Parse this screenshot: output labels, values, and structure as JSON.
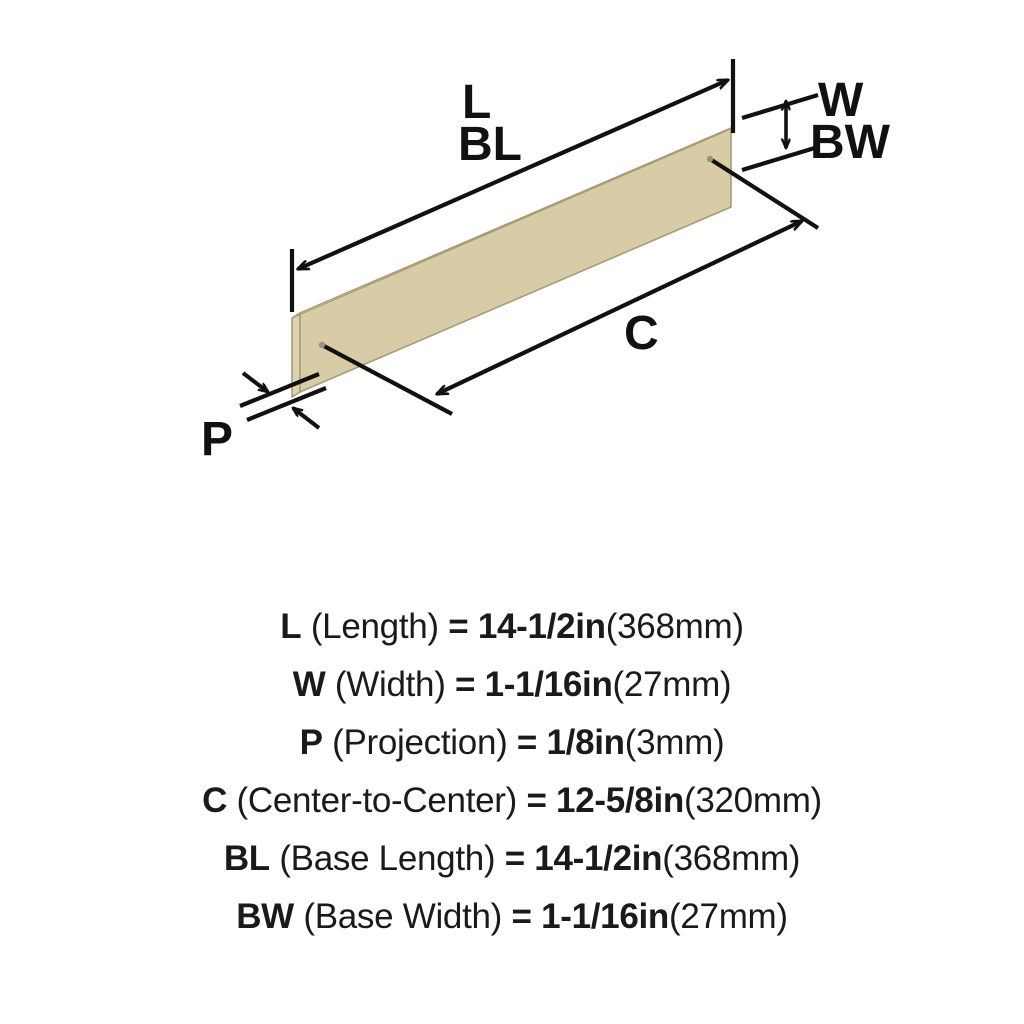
{
  "diagram": {
    "product_shape": "flat-bar-cabinet-pull",
    "bar_color": "#D8CCA6",
    "bar_edge_color": "#C9BC93",
    "bar_end_face_color": "#DDD2B0",
    "line_color": "#111111",
    "labels": {
      "length": "L",
      "base_length": "BL",
      "width": "W",
      "base_width": "BW",
      "projection": "P",
      "center_to_center": "C"
    }
  },
  "specs": [
    {
      "key": "L",
      "name": "(Length)",
      "eq": "=",
      "imperial": "14-1/2in",
      "metric": "(368mm)"
    },
    {
      "key": "W",
      "name": "(Width)",
      "eq": "=",
      "imperial": "1-1/16in",
      "metric": "(27mm)"
    },
    {
      "key": "P",
      "name": "(Projection)",
      "eq": "=",
      "imperial": "1/8in",
      "metric": "(3mm)"
    },
    {
      "key": "C",
      "name": "(Center-to-Center)",
      "eq": "=",
      "imperial": "12-5/8in",
      "metric": "(320mm)"
    },
    {
      "key": "BL",
      "name": "(Base Length)",
      "eq": "=",
      "imperial": "14-1/2in",
      "metric": "(368mm)"
    },
    {
      "key": "BW",
      "name": "(Base Width)",
      "eq": "=",
      "imperial": "1-1/16in",
      "metric": "(27mm)"
    }
  ]
}
